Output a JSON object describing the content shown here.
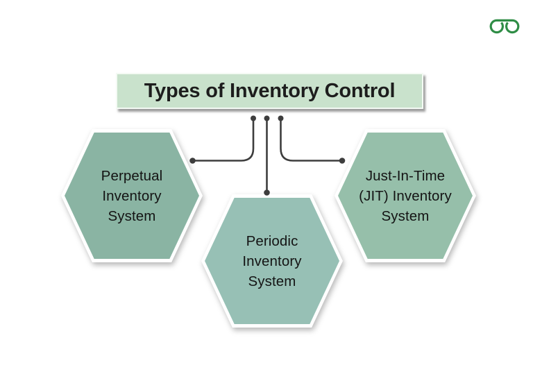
{
  "header": {
    "logo": {
      "name": "geeksforgeeks-logo",
      "color": "#2f8d46"
    }
  },
  "diagram": {
    "title": {
      "text": "Types of Inventory Control",
      "fill": "#c9e2cc",
      "text_color": "#1d1d1d"
    },
    "connector_color": "#3d3d3d",
    "nodes": [
      {
        "id": "perpetual-inventory-system",
        "lines": [
          "Perpetual",
          "Inventory",
          "System"
        ],
        "fill": "#8ab4a3"
      },
      {
        "id": "periodic-inventory-system",
        "lines": [
          "Periodic",
          "Inventory",
          "System"
        ],
        "fill": "#97c0b5"
      },
      {
        "id": "jit-inventory-system",
        "lines": [
          "Just-In-Time",
          "(JIT) Inventory",
          "System"
        ],
        "fill": "#96bfaa"
      }
    ]
  }
}
